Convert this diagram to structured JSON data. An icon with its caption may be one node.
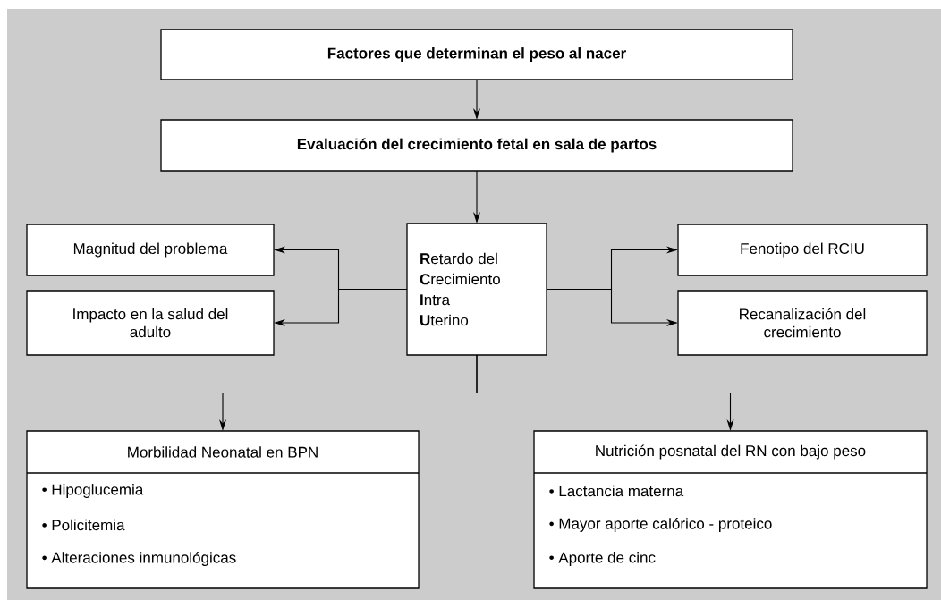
{
  "diagram": {
    "nodes": [
      {
        "text": [
          "Factores que determinan el peso al nacer"
        ]
      },
      {
        "text": [
          "Evaluación del crecimiento fetal en sala de partos"
        ]
      },
      {
        "text": [
          "**R**etardo del",
          "**C**recimiento",
          "**I**ntra",
          "**U**terino"
        ]
      },
      {
        "text": [
          "Magnitud del problema"
        ]
      },
      {
        "text": [
          "Impacto en la salud del adulto"
        ]
      },
      {
        "text": [
          "Fenotipo del RCIU"
        ]
      },
      {
        "text": [
          "Recanalización del crecimiento"
        ]
      },
      {
        "text": [
          "Morbilidad Neonatal en BPN",
          "• Hipoglucemia",
          "• Policitemia",
          "• Alteraciones inmunológicas"
        ]
      },
      {
        "text": [
          "Nutrición posnatal del RN con bajo peso",
          "• Lactancia materna",
          "• Mayor aporte calórico - proteico",
          "• Aporte de cinc"
        ]
      }
    ],
    "edges": [
      {
        "from": 0,
        "to": 1,
        "arrow": "to"
      },
      {
        "from": 1,
        "to": 2,
        "arrow": "to"
      },
      {
        "from": 2,
        "to": 3,
        "arrow": "to"
      },
      {
        "from": 2,
        "to": 4,
        "arrow": "to"
      },
      {
        "from": 2,
        "to": 5,
        "arrow": "to"
      },
      {
        "from": 2,
        "to": 6,
        "arrow": "to"
      },
      {
        "from": 2,
        "to": 7,
        "arrow": "to"
      },
      {
        "from": 2,
        "to": 8,
        "arrow": "to"
      }
    ]
  }
}
